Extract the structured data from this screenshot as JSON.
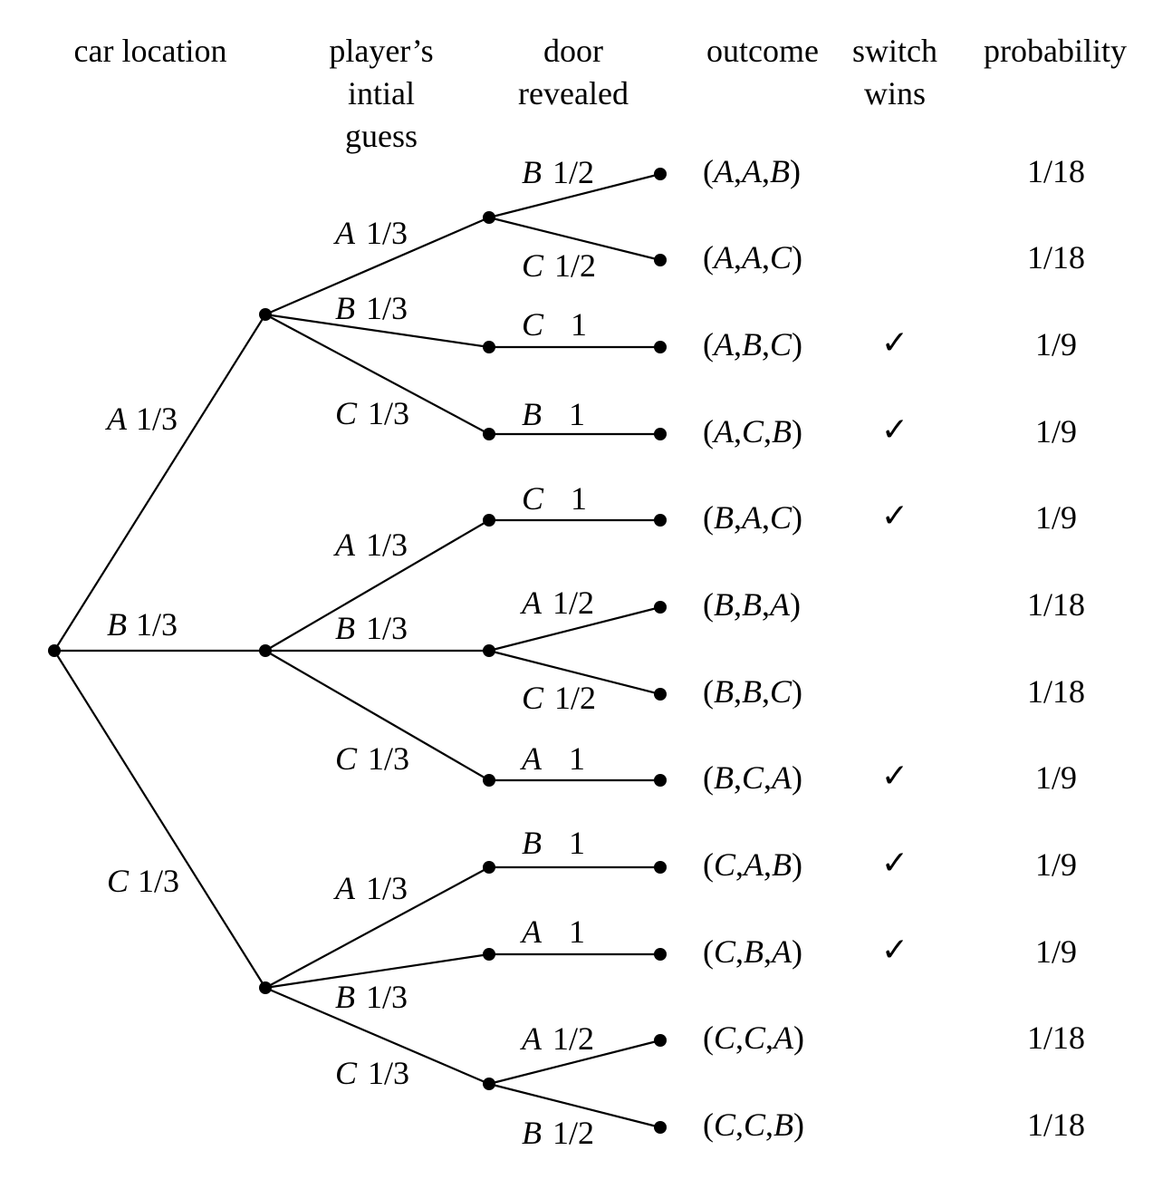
{
  "headers": {
    "car_location": "car location",
    "initial_guess": [
      "player’s",
      "intial",
      "guess"
    ],
    "door_revealed": [
      "door",
      "revealed"
    ],
    "outcome": "outcome",
    "switch_wins": [
      "switch",
      "wins"
    ],
    "probability": "probability"
  },
  "check_symbol": "✓",
  "car_branches": [
    {
      "door": "A",
      "p": "1/3"
    },
    {
      "door": "B",
      "p": "1/3"
    },
    {
      "door": "C",
      "p": "1/3"
    }
  ],
  "guess_branches": [
    [
      {
        "door": "A",
        "p": "1/3"
      },
      {
        "door": "B",
        "p": "1/3"
      },
      {
        "door": "C",
        "p": "1/3"
      }
    ],
    [
      {
        "door": "A",
        "p": "1/3"
      },
      {
        "door": "B",
        "p": "1/3"
      },
      {
        "door": "C",
        "p": "1/3"
      }
    ],
    [
      {
        "door": "A",
        "p": "1/3"
      },
      {
        "door": "B",
        "p": "1/3"
      },
      {
        "door": "C",
        "p": "1/3"
      }
    ]
  ],
  "reveal_branches": [
    {
      "door": "B",
      "p": "1/2"
    },
    {
      "door": "C",
      "p": "1/2"
    },
    {
      "door": "C",
      "p": "1"
    },
    {
      "door": "B",
      "p": "1"
    },
    {
      "door": "C",
      "p": "1"
    },
    {
      "door": "A",
      "p": "1/2"
    },
    {
      "door": "C",
      "p": "1/2"
    },
    {
      "door": "A",
      "p": "1"
    },
    {
      "door": "B",
      "p": "1"
    },
    {
      "door": "A",
      "p": "1"
    },
    {
      "door": "A",
      "p": "1/2"
    },
    {
      "door": "B",
      "p": "1/2"
    }
  ],
  "outcomes": [
    {
      "outcome": [
        "A",
        "A",
        "B"
      ],
      "switch_wins": false,
      "probability": "1/18"
    },
    {
      "outcome": [
        "A",
        "A",
        "C"
      ],
      "switch_wins": false,
      "probability": "1/18"
    },
    {
      "outcome": [
        "A",
        "B",
        "C"
      ],
      "switch_wins": true,
      "probability": "1/9"
    },
    {
      "outcome": [
        "A",
        "C",
        "B"
      ],
      "switch_wins": true,
      "probability": "1/9"
    },
    {
      "outcome": [
        "B",
        "A",
        "C"
      ],
      "switch_wins": true,
      "probability": "1/9"
    },
    {
      "outcome": [
        "B",
        "B",
        "A"
      ],
      "switch_wins": false,
      "probability": "1/18"
    },
    {
      "outcome": [
        "B",
        "B",
        "C"
      ],
      "switch_wins": false,
      "probability": "1/18"
    },
    {
      "outcome": [
        "B",
        "C",
        "A"
      ],
      "switch_wins": true,
      "probability": "1/9"
    },
    {
      "outcome": [
        "C",
        "A",
        "B"
      ],
      "switch_wins": true,
      "probability": "1/9"
    },
    {
      "outcome": [
        "C",
        "B",
        "A"
      ],
      "switch_wins": true,
      "probability": "1/9"
    },
    {
      "outcome": [
        "C",
        "C",
        "A"
      ],
      "switch_wins": false,
      "probability": "1/18"
    },
    {
      "outcome": [
        "C",
        "C",
        "B"
      ],
      "switch_wins": false,
      "probability": "1/18"
    }
  ]
}
